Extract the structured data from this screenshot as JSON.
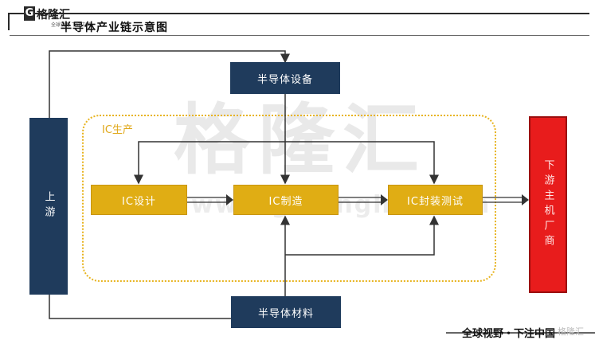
{
  "logo": {
    "name": "格隆汇",
    "sub": "全球视野 下注中国"
  },
  "title": "半导体产业链示意图",
  "nodes": {
    "equipment": "半导体设备",
    "materials": "半导体材料",
    "upstream": "上游",
    "downstream": "下游主机厂商",
    "ic_group": "IC生产",
    "ic_design": "IC设计",
    "ic_manufacturing": "IC制造",
    "ic_packaging_testing": "IC封装测试"
  },
  "watermark": {
    "main": "格隆汇",
    "url": "www.gelonghui.com"
  },
  "footer": {
    "slogan": "全球视野・下注中国",
    "faded": "格隆汇"
  },
  "colors": {
    "navy": "#1f3b5c",
    "gold": "#e0ad14",
    "red": "#e81c1c",
    "dotted_border": "#e8b420"
  }
}
